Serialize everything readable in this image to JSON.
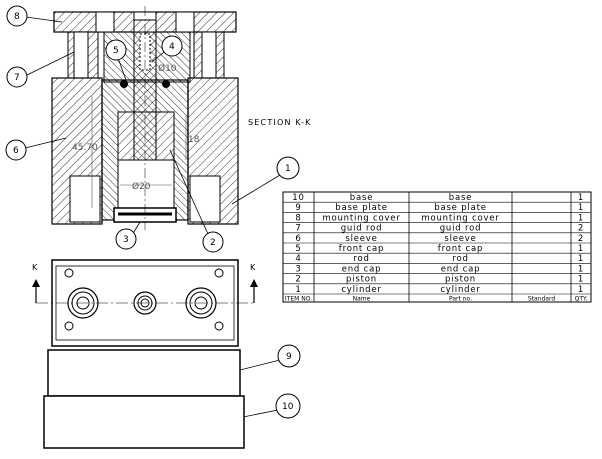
{
  "section_label": "SECTION K-K",
  "section_mark": "K",
  "dimensions": {
    "d10": "Ø10",
    "d20": "Ø20",
    "len": "45.70",
    "stroke": "18"
  },
  "balloons": [
    "1",
    "2",
    "3",
    "4",
    "5",
    "6",
    "7",
    "8",
    "9",
    "10"
  ],
  "bom": {
    "headers": [
      "ITEM NO.",
      "Name",
      "Part no.",
      "Standard",
      "QTY."
    ],
    "rows": [
      {
        "no": "10",
        "name": "base",
        "part": "base",
        "std": "",
        "qty": "1"
      },
      {
        "no": "9",
        "name": "base plate",
        "part": "base plate",
        "std": "",
        "qty": "1"
      },
      {
        "no": "8",
        "name": "mounting cover",
        "part": "mounting cover",
        "std": "",
        "qty": "1"
      },
      {
        "no": "7",
        "name": "guid rod",
        "part": "guid rod",
        "std": "",
        "qty": "2"
      },
      {
        "no": "6",
        "name": "sleeve",
        "part": "sleeve",
        "std": "",
        "qty": "2"
      },
      {
        "no": "5",
        "name": "front cap",
        "part": "front cap",
        "std": "",
        "qty": "1"
      },
      {
        "no": "4",
        "name": "rod",
        "part": "rod",
        "std": "",
        "qty": "1"
      },
      {
        "no": "3",
        "name": "end cap",
        "part": "end cap",
        "std": "",
        "qty": "1"
      },
      {
        "no": "2",
        "name": "piston",
        "part": "piston",
        "std": "",
        "qty": "1"
      },
      {
        "no": "1",
        "name": "cylinder",
        "part": "cylinder",
        "std": "",
        "qty": "1"
      }
    ]
  }
}
